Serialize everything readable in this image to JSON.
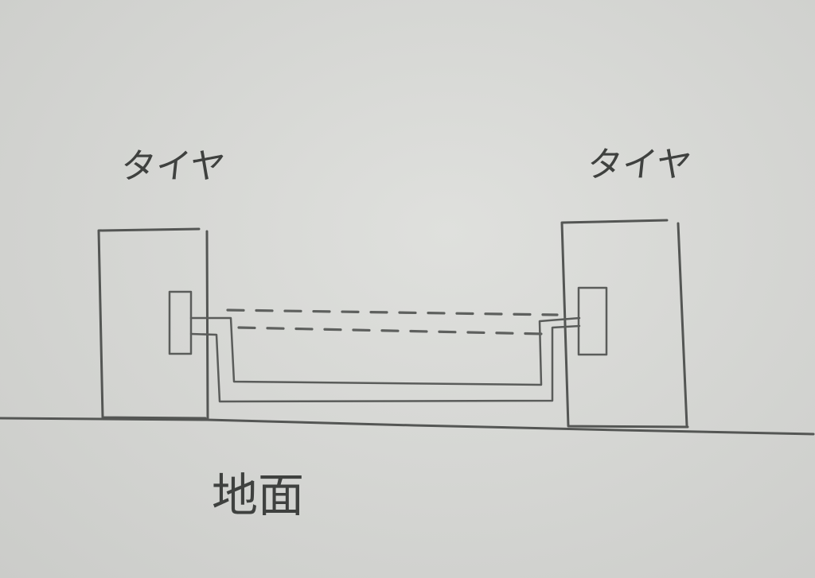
{
  "labels": {
    "tire_left": "タイヤ",
    "tire_right": "タイヤ",
    "ground": "地面"
  },
  "colors": {
    "paper": "#d9dad7",
    "pencil": "#545654"
  }
}
